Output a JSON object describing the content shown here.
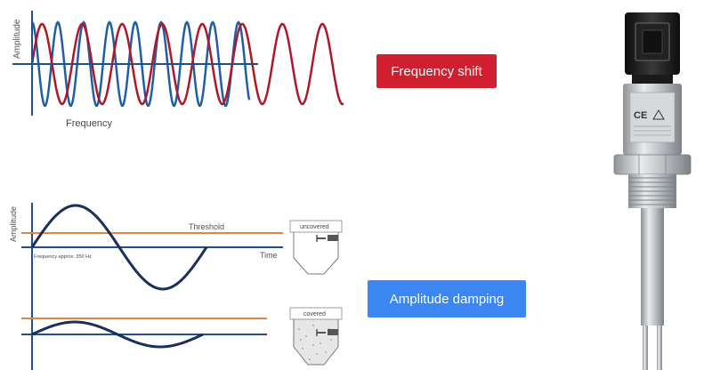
{
  "top_chart": {
    "ylabel": "Amplitude",
    "xlabel": "Frequency",
    "colors": {
      "blue_wave": "#1f5fa8",
      "red_wave": "#b0182a",
      "axis": "#1f4f8f"
    }
  },
  "freq_shift_label": "Frequency shift",
  "amp_damping_label": "Amplitude damping",
  "bottom_chart": {
    "ylabel": "Amplitude",
    "xlabel": "Time",
    "threshold_label": "Threshold",
    "freq_note": "Frequency approx. 350 Hz",
    "colors": {
      "wave": "#1b2f5c",
      "threshold": "#d9884a",
      "axis": "#1f4f8f"
    }
  },
  "tank_uncovered": {
    "label": "uncovered"
  },
  "tank_covered": {
    "label": "covered"
  },
  "sensor": {
    "ce_mark": "CE",
    "warning_symbol": "warning-triangle",
    "body_colors": {
      "steel": "#c9ccd0",
      "connector": "#1a1a1a"
    }
  }
}
